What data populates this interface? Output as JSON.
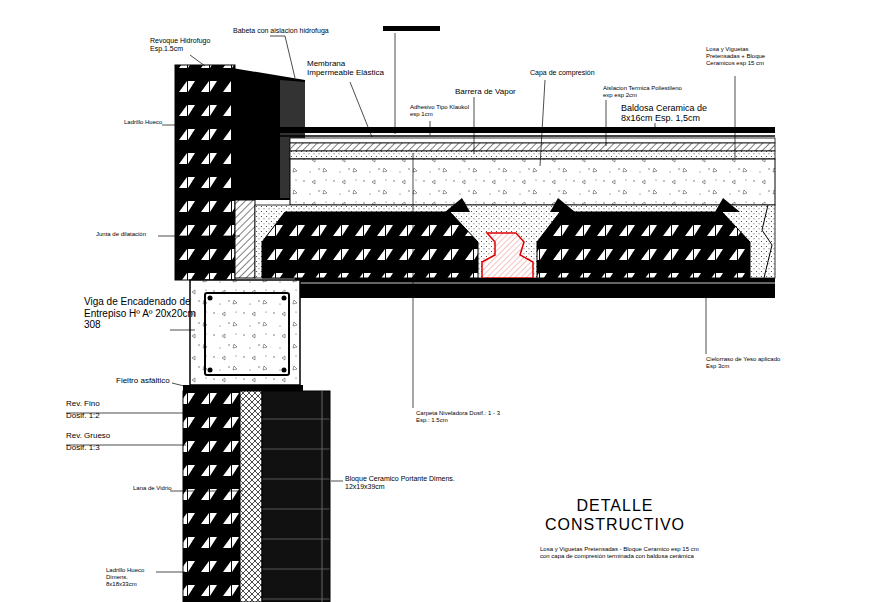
{
  "diagram": {
    "title": "DETALLE CONSTRUCTIVO",
    "caption": "Losa y Viguetas Pretensadas - Bloque Ceramico esp 15 cm con capa de compresión terminada con baldosa cerámica",
    "labels": [
      "Revoque Hidrofugo Esp.1.5cm",
      "Babeta con aislacion hidrofuga",
      "Membrana Impermeable Elástica",
      "Losa y Viguetas Pretensadas + Bloque Ceramicos esp 15 cm",
      "Capa de compresión",
      "Barrera de Vapor",
      "Adhesivo Tipo Klaukol esp 1cm",
      "Aislacion Termica Poliestileno exp esp 2cm",
      "Baldosa Ceramica de 8x16cm Esp. 1,5cm",
      "Ladrillo Hueco",
      "Junta de dilatación",
      "Viga de Encadenado de Entrepiso Hº Aº 20x20cm 308",
      "Cielorraso de Yeso aplicado Esp 3cm",
      "Fieltro asfáltico",
      "Rev. Fino",
      "Dosif. 1:2",
      "Rev. Grueso",
      "Dosif. 1:3",
      "Carpeta Niveladora Dosif.: 1 - 3 Esp.: 1.5cm",
      "Lana de Vidrio",
      "Bloque Ceramico Portante Dimens. 12x19x39cm",
      "Ladrillo Hueco Dimens. 8x18x33cm"
    ]
  }
}
